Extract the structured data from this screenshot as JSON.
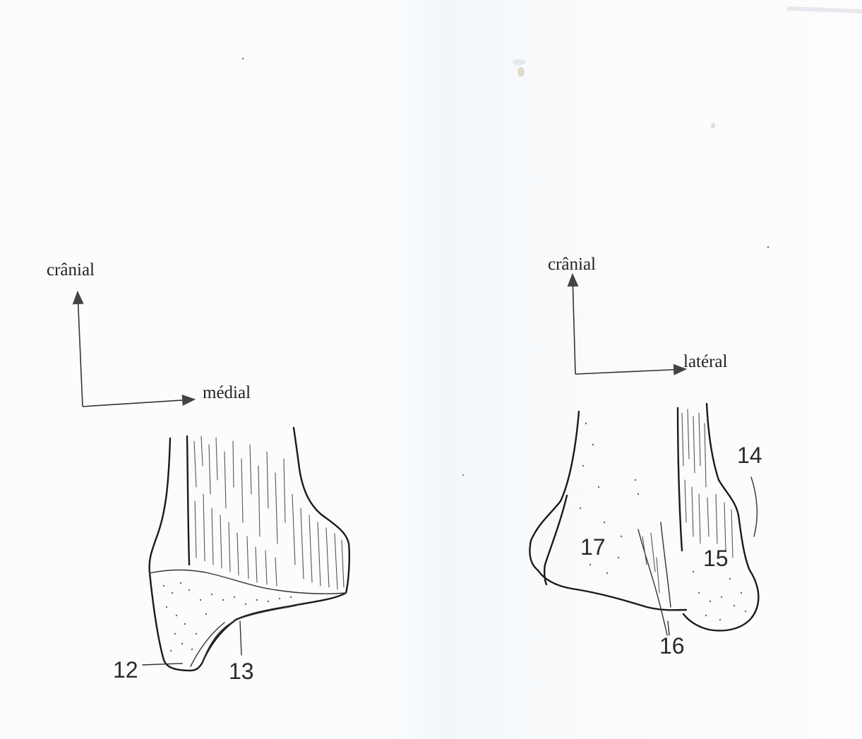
{
  "left_figure": {
    "axis_up_label": "crânial",
    "axis_right_label": "médial",
    "labels": [
      "12",
      "13"
    ]
  },
  "right_figure": {
    "axis_up_label": "crânial",
    "axis_right_label": "latéral",
    "labels": [
      "14",
      "15",
      "16",
      "17"
    ]
  }
}
